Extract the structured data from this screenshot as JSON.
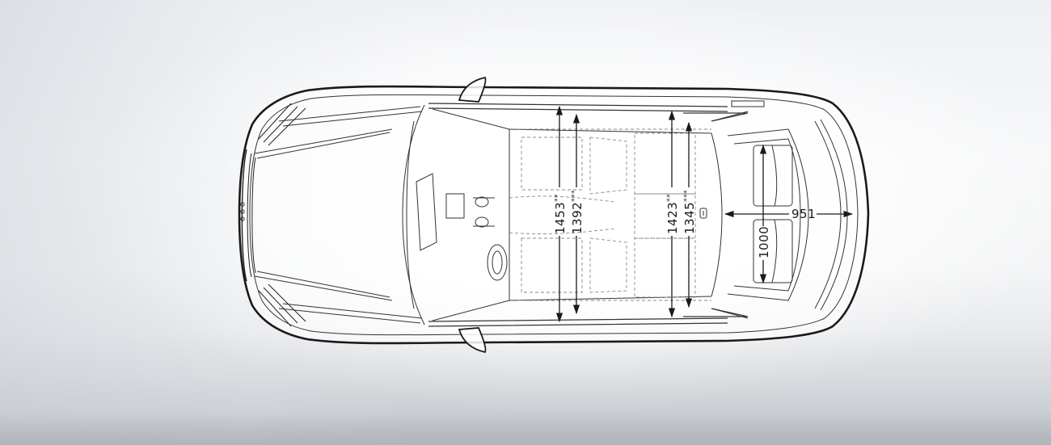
{
  "diagram": {
    "subject": "Car top view with interior dimensions",
    "colors": {
      "line": "#1a1a1a",
      "thin_line": "#555555",
      "dashed": "#888888"
    },
    "dimensions": {
      "front_shoulder_width": {
        "value": "1453",
        "marker": "**"
      },
      "front_elbow_width": {
        "value": "1392",
        "marker": "***"
      },
      "rear_shoulder_width": {
        "value": "1423",
        "marker": "**"
      },
      "rear_elbow_width": {
        "value": "1345",
        "marker": "***"
      },
      "trunk_length": {
        "value": "951"
      },
      "trunk_width": {
        "value": "1000"
      }
    }
  }
}
